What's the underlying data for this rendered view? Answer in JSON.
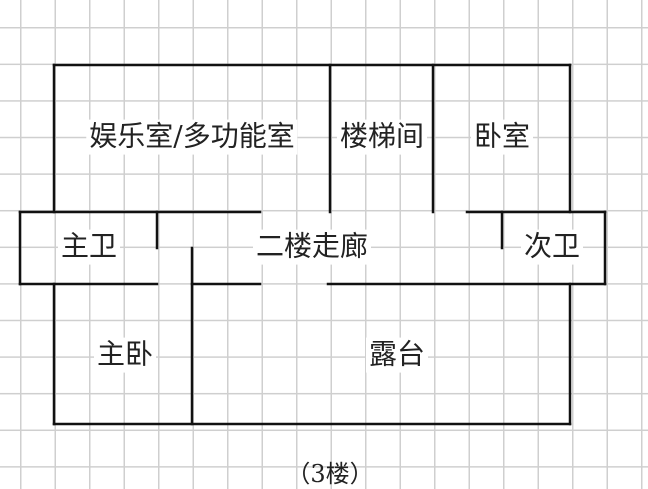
{
  "rooms": {
    "entertainment": "娱乐室/多功能室",
    "stairwell": "楼梯间",
    "bedroom": "卧室",
    "master_bath": "主卫",
    "corridor": "二楼走廊",
    "second_bath": "次卫",
    "master_bedroom": "主卧",
    "terrace": "露台"
  },
  "caption": "（3楼）",
  "colors": {
    "wall": "#111111",
    "grid": "#cfcfcf"
  }
}
